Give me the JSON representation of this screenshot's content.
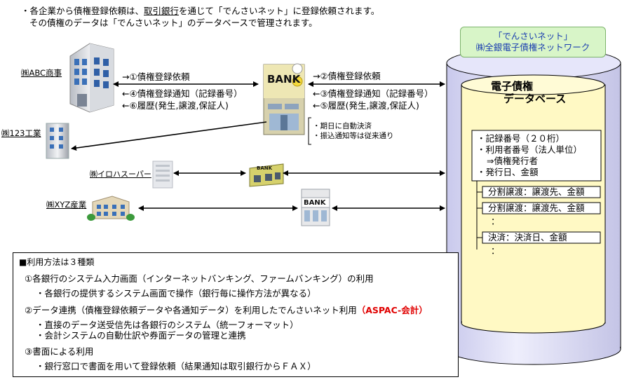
{
  "intro": {
    "line1": "・各企業から債権登録依頼は、取引銀行を通じて「でんさいネット」に登録依頼されます。",
    "line2": "その債権のデータは「でんさいネット」のデータベースで管理されます。",
    "line1_pre": "・各企業から債権登録依頼は、",
    "line1_ul": "取引銀行",
    "line1_post": "を通じて「でんさいネット」に登録依頼されます。"
  },
  "companies": {
    "abc": "㈱ABC商事",
    "c123": "㈱123工業",
    "iroha": "㈱イロハスーパー",
    "xyz": "㈱XYZ産業"
  },
  "left_flows": {
    "f1": "→①債権登録依頼",
    "f4": "←④債権登録通知（記録番号）",
    "f6": "←⑥履歴(発生,譲渡,保証人)"
  },
  "right_flows": {
    "f2": "→②債権登録依頼",
    "f3": "←③債権登録通知（記録番号）",
    "f5": "←⑤履歴(発生,譲渡,保証人)"
  },
  "bank_note": {
    "line1": "・期日に自動決済",
    "line2": "・振込通知等は従来通り"
  },
  "bank_text": "BANK",
  "densai": {
    "header_line1": "「でんさいネット」",
    "header_line2": "㈱全銀電子債権ネットワーク",
    "db_title1": "電子債権",
    "db_title2": "データベース",
    "record": {
      "item1": "・記録番号（２０桁）",
      "item2": "・利用者番号（法人単位）",
      "item3": "⇒債権発行者",
      "item4": "・発行日、金額"
    },
    "sub1": "分割譲渡：譲渡先、金額",
    "sub2": "分割譲渡：譲渡先、金額",
    "sub3": "決済：決済日、金額",
    "dot": "："
  },
  "usage": {
    "title": "■利用方法は３種類",
    "m1": "①各銀行のシステム入力画面（インターネットバンキング、ファームバンキング）の利用",
    "m1_sub": "・各銀行の提供するシステム画面で操作（銀行毎に操作方法が異なる）",
    "m2": "②データ連携（債権登録依頼データや各通知データ）を利用したでんさいネット利用",
    "m2_highlight": "（ASPAC-会計）",
    "m2_sub1": "・直接のデータ送受信先は各銀行のシステム（統一フォーマット）",
    "m2_sub2": "・会計システムの自動仕訳や券面データの管理と連携",
    "m3": "③書面による利用",
    "m3_sub": "・銀行窓口で書面を用いて登録依頼（結果通知は取引銀行からＦＡＸ）"
  },
  "colors": {
    "densai_bg": "#e8e8fa",
    "densai_header": "#d8f5c8",
    "db_fill": "#fff9c4",
    "highlight": "#e00000"
  }
}
